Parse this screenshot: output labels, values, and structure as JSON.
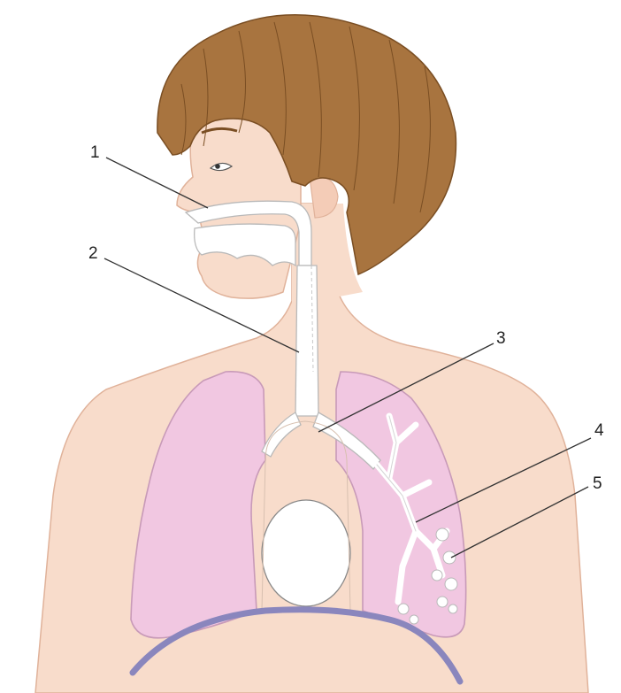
{
  "diagram": {
    "callouts": [
      {
        "id": "callout-1",
        "label": "1"
      },
      {
        "id": "callout-2",
        "label": "2"
      },
      {
        "id": "callout-3",
        "label": "3"
      },
      {
        "id": "callout-4",
        "label": "4"
      },
      {
        "id": "callout-5",
        "label": "5"
      }
    ]
  },
  "colors": {
    "skin": "#f8dccb",
    "skin_outline": "#e0b29a",
    "hair": "#a8743f",
    "hair_dark": "#7a4e23",
    "lung": "#f1c7e1",
    "lung_outline": "#c89ab8",
    "airway": "#ffffff",
    "airway_outline": "#b9b9b9",
    "diaphragm": "#8a86bd",
    "leader_line": "#333333"
  }
}
